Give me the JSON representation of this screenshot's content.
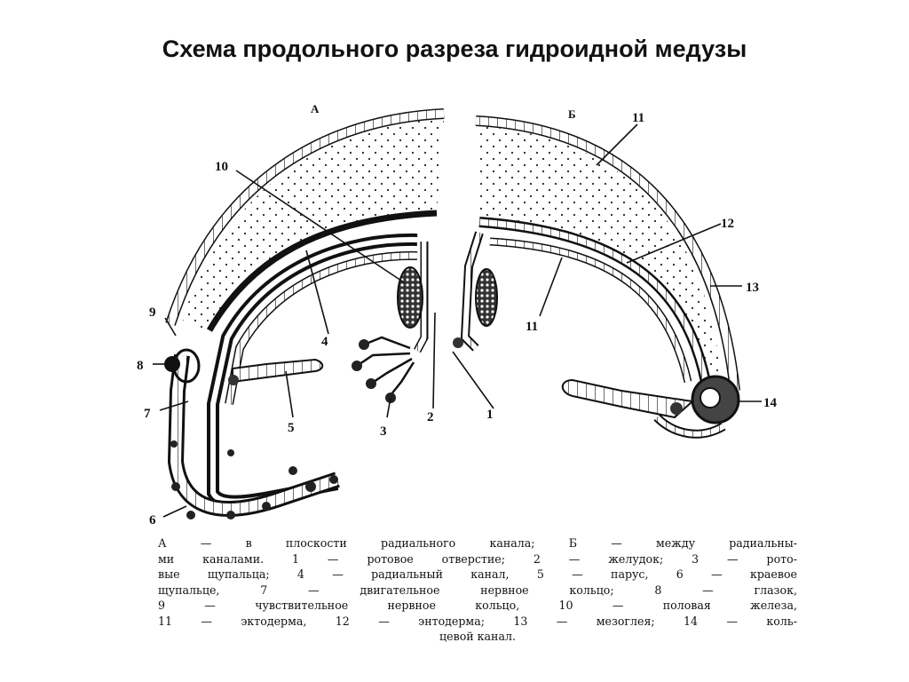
{
  "title": "Схема продольного разреза гидроидной медузы",
  "sections": {
    "a": "А",
    "b": "Б"
  },
  "labels": {
    "l1": "1",
    "l2": "2",
    "l3": "3",
    "l4": "4",
    "l5": "5",
    "l6": "6",
    "l7": "7",
    "l8": "8",
    "l9": "9",
    "l10": "10",
    "l11a": "11",
    "l11b": "11",
    "l12": "12",
    "l13": "13",
    "l14": "14"
  },
  "caption": {
    "line1": "А — в плоскости радиального канала;  Б — между радиальны-",
    "line2": "ми каналами. 1 — ротовое отверстие; 2 — желудок; 3 — рото-",
    "line3": "вые щупальца; 4 — радиальный канал, 5 — парус, 6 — краевое",
    "line4": "щупальце, 7 — двигательное нервное кольцо; 8 — глазок,",
    "line5": "9 — чувствительное нервное кольцо, 10 — половая железа,",
    "line6": "11 — эктодерма,  12 — энтодерма;  13 — мезоглея;  14 — коль-",
    "line7": "цевой канал."
  }
}
